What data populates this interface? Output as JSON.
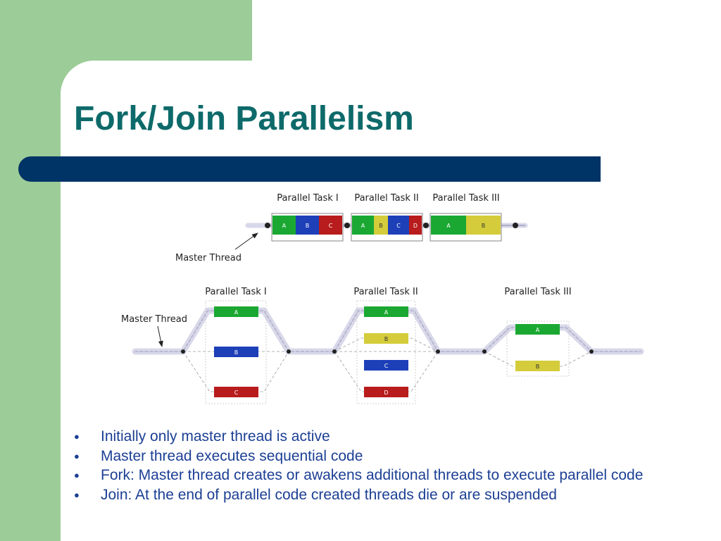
{
  "slide": {
    "title": "Fork/Join Parallelism",
    "colors": {
      "title": "#0e6a6a",
      "bar": "#003366",
      "side_block": "#9ccc98",
      "bullet_text": "#1c3f94"
    }
  },
  "diagram": {
    "top": {
      "tasks": [
        {
          "label": "Parallel Task I",
          "threads": [
            "A",
            "B",
            "C"
          ]
        },
        {
          "label": "Parallel Task II",
          "threads": [
            "A",
            "B",
            "C",
            "D"
          ]
        },
        {
          "label": "Parallel Task III",
          "threads": [
            "A",
            "B"
          ]
        }
      ],
      "master_label": "Master Thread"
    },
    "bottom": {
      "tasks": [
        {
          "label": "Parallel Task I",
          "threads": [
            "A",
            "B",
            "C"
          ]
        },
        {
          "label": "Parallel Task II",
          "threads": [
            "A",
            "B",
            "C",
            "D"
          ]
        },
        {
          "label": "Parallel Task III",
          "threads": [
            "A",
            "B"
          ]
        }
      ],
      "master_label": "Master Thread"
    },
    "thread_colors": {
      "A": "#1aa832",
      "B": "#d4cc3a",
      "C": "#1d3fb8",
      "D": "#b81c1c"
    }
  },
  "bullets": [
    "Initially only master thread is active",
    "Master thread executes sequential code",
    "Fork: Master thread creates or awakens additional threads to execute parallel code",
    "Join: At the end of parallel code created threads die or are suspended"
  ]
}
